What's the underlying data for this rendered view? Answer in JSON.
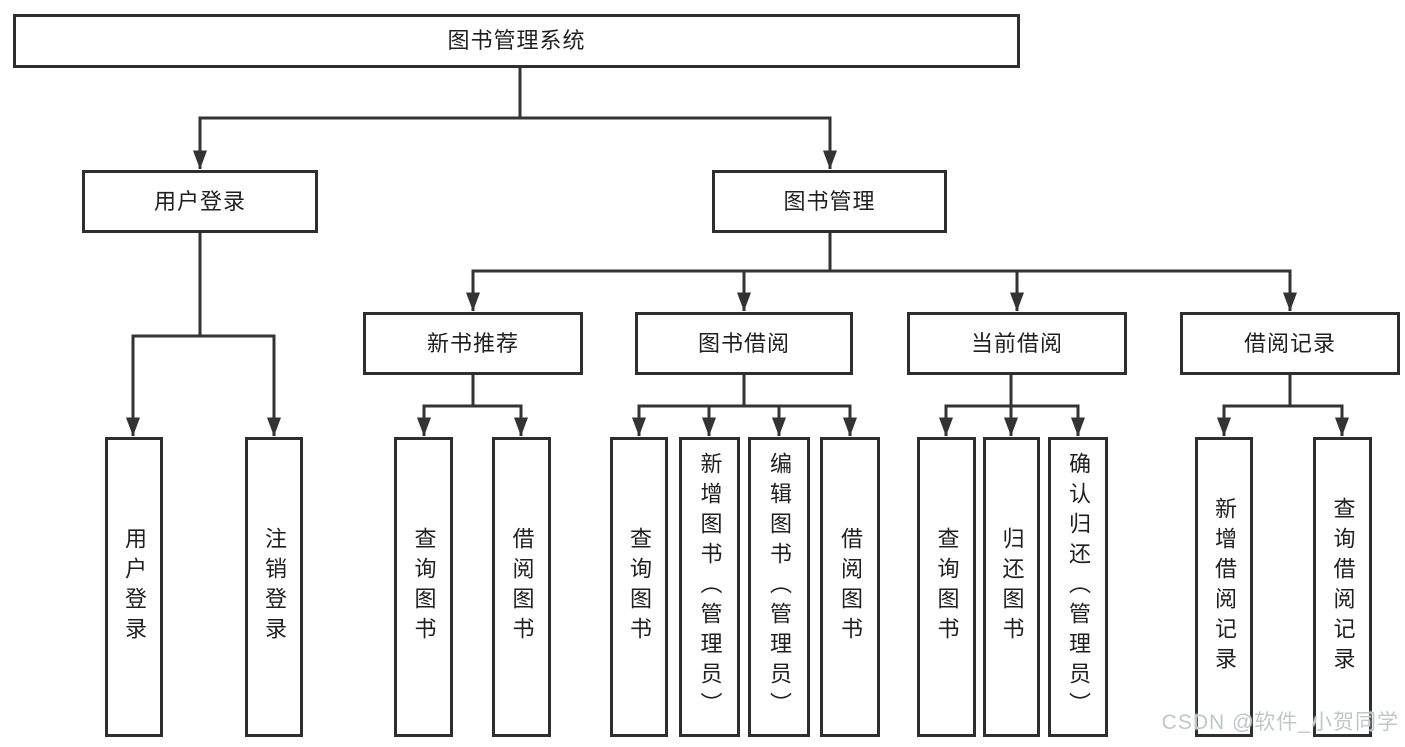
{
  "colors": {
    "line": "#333333",
    "box_border": "#2e2e2e",
    "text": "#1f1f1f",
    "background": "#ffffff",
    "watermark": "#c2c5c9"
  },
  "tree": {
    "root": {
      "label": "图书管理系统"
    },
    "level2": [
      {
        "label": "用户登录"
      },
      {
        "label": "图书管理"
      }
    ],
    "level3": [
      {
        "label": "新书推荐"
      },
      {
        "label": "图书借阅"
      },
      {
        "label": "当前借阅"
      },
      {
        "label": "借阅记录"
      }
    ],
    "leaves": [
      {
        "group": "用户登录",
        "label": "用户登录"
      },
      {
        "group": "用户登录",
        "label": "注销登录"
      },
      {
        "group": "新书推荐",
        "label": "查询图书"
      },
      {
        "group": "新书推荐",
        "label": "借阅图书"
      },
      {
        "group": "图书借阅",
        "label": "查询图书"
      },
      {
        "group": "图书借阅",
        "label": "新增图书（管理员）"
      },
      {
        "group": "图书借阅",
        "label": "编辑图书（管理员）"
      },
      {
        "group": "图书借阅",
        "label": "借阅图书"
      },
      {
        "group": "当前借阅",
        "label": "查询图书"
      },
      {
        "group": "当前借阅",
        "label": "归还图书"
      },
      {
        "group": "当前借阅",
        "label": "确认归还（管理员）"
      },
      {
        "group": "借阅记录",
        "label": "新增借阅记录"
      },
      {
        "group": "借阅记录",
        "label": "查询借阅记录"
      }
    ]
  },
  "watermark": {
    "text": "CSDN @软件_小贺同学"
  }
}
